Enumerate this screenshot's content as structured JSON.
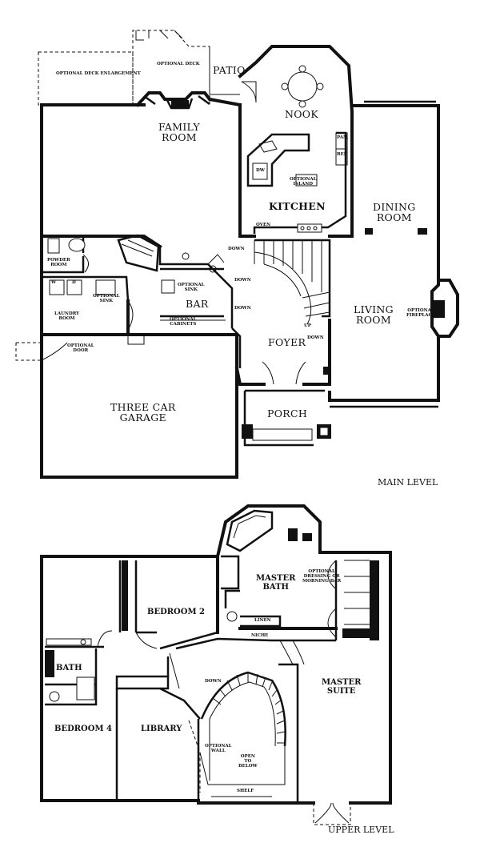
{
  "main_level": {
    "title": "MAIN LEVEL",
    "rooms": {
      "optional_deck_enlargement": "OPTIONAL\nDECK ENLARGEMENT",
      "optional_deck": "OPTIONAL\nDECK",
      "patio": "PATIO",
      "nook": "NOOK",
      "family_room": "FAMILY\nROOM",
      "pan": "PAN.",
      "ref": "REF.",
      "dw": "DW",
      "optional_island": "OPTIONAL\nISLAND",
      "kitchen": "KITCHEN",
      "dining_room": "DINING\nROOM",
      "oven": "OVEN",
      "powder_room": "POWDER\nROOM",
      "optional_sink_laundry": "OPTIONAL\nSINK",
      "laundry_room": "LAUNDRY\nROOM",
      "optional_sink_bar": "OPTIONAL\nSINK",
      "bar": "BAR",
      "optional_cabinets": "OPTIONAL\nCABINETS",
      "living_room": "LIVING\nROOM",
      "optional_fireplace": "OPTIONAL\nFIREPLACE",
      "foyer": "FOYER",
      "optional_door": "OPTIONAL\nDOOR",
      "three_car_garage": "THREE CAR\nGARAGE",
      "porch": "PORCH",
      "down_1": "DOWN",
      "down_2": "DOWN",
      "down_3": "DOWN",
      "down_4": "DOWN",
      "up": "UP",
      "w": "W",
      "d": "D"
    }
  },
  "upper_level": {
    "title": "UPPER LEVEL",
    "rooms": {
      "master_bath": "MASTER\nBATH",
      "optional_dressing": "OPTIONAL\nDRESSING OR\nMORNING BAR",
      "linen": "LINEN",
      "niche": "NICHE",
      "bedroom_2": "BEDROOM 2",
      "bath": "BATH",
      "master_suite": "MASTER\nSUITE",
      "bedroom_4": "BEDROOM 4",
      "library": "LIBRARY",
      "down": "DOWN",
      "optional_wall": "OPTIONAL\nWALL",
      "open_to_below": "OPEN\nTO\nBELOW",
      "shelf": "SHELF"
    }
  }
}
